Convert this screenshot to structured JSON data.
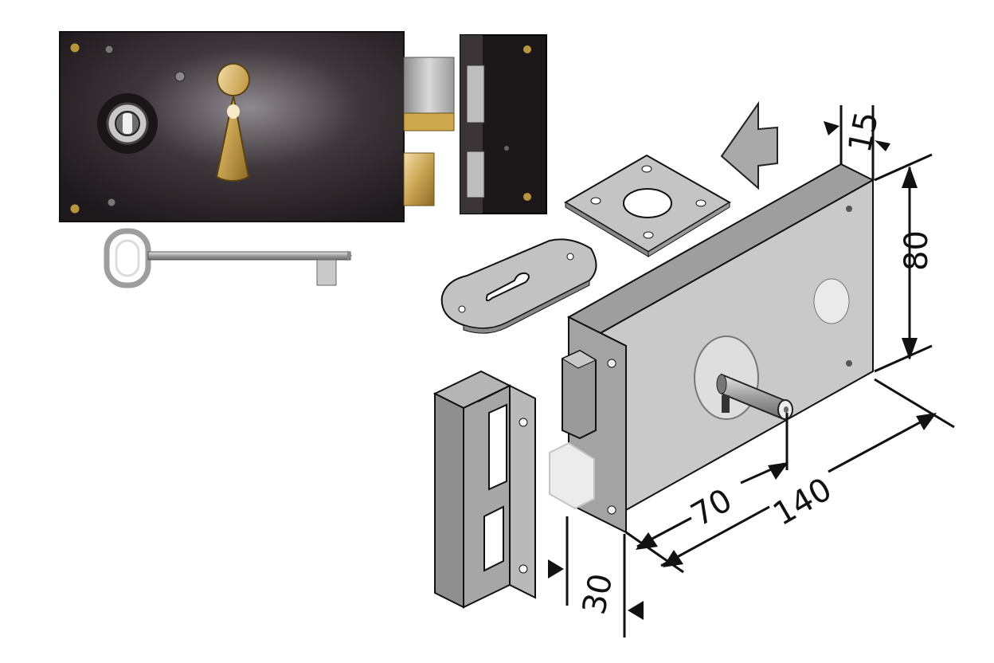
{
  "dimensions": {
    "depth_top": "15",
    "height": "80",
    "backset": "70",
    "length": "140",
    "bolt_depth": "30"
  },
  "colors": {
    "lock_case_dark": "#2a2326",
    "metal_grey": "#bdbdbd",
    "brass": "#c8a24c",
    "outline": "#111111"
  },
  "icons": {
    "direction_arrow": "left-arrow-with-bars-icon",
    "key": "key-icon",
    "keyhole": "keyhole-icon"
  }
}
